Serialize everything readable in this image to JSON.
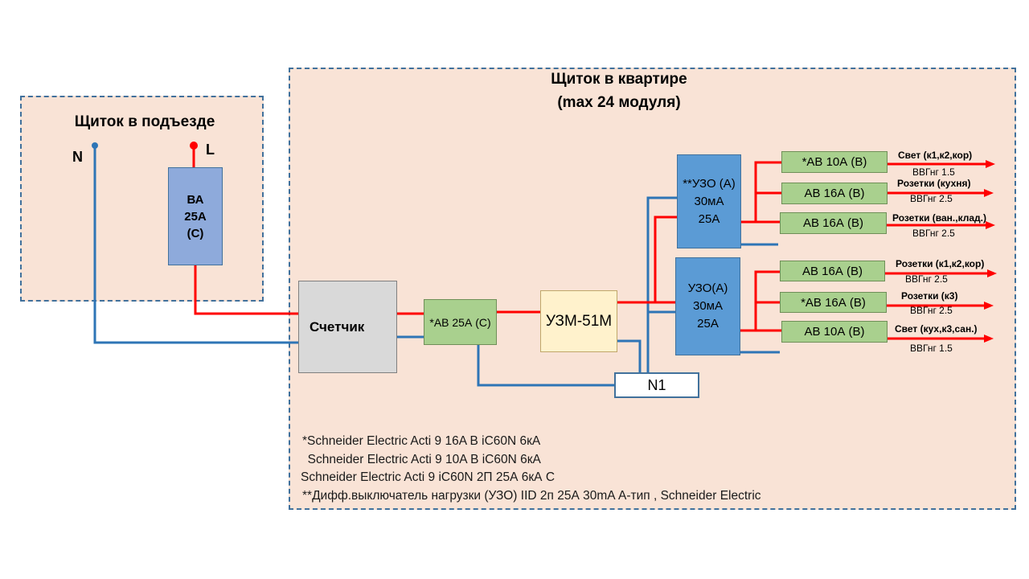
{
  "left_panel": {
    "title": "Щиток в подъезде",
    "n_label": "N",
    "l_label": "L",
    "breaker": [
      "ВА",
      "25А",
      "(С)"
    ]
  },
  "right_panel": {
    "title_line1": "Щиток в квартире",
    "title_line2": "(max 24 модуля)"
  },
  "meter": "Счетчик",
  "main_breaker": "*АВ 25А (С)",
  "uzm": "УЗМ-51М",
  "neutral_bus": "N1",
  "uzo_top": [
    "**УЗО (А)",
    "30мА",
    "25А"
  ],
  "uzo_bottom": [
    "УЗО(А)",
    "30мА",
    "25А"
  ],
  "breakers": [
    {
      "label": "*АВ 10А (В)",
      "circuit": "Свет (к1,к2,кор)",
      "cable": "ВВГнг 1.5"
    },
    {
      "label": "АВ 16А (В)",
      "circuit": "Розетки (кухня)",
      "cable": "ВВГнг 2.5"
    },
    {
      "label": "АВ 16А (В)",
      "circuit": "Розетки (ван.,клад.)",
      "cable": "ВВГнг 2.5"
    },
    {
      "label": "АВ 16А (В)",
      "circuit": "Розетки (к1,к2,кор)",
      "cable": "ВВГнг 2.5"
    },
    {
      "label": "*АВ 16А (В)",
      "circuit": "Розетки (к3)",
      "cable": "ВВГнг 2.5"
    },
    {
      "label": "АВ 10А (В)",
      "circuit": "Свет (кух,к3,сан.)",
      "cable": "ВВГнг 1.5"
    }
  ],
  "notes": [
    "*Schneider Electric Acti 9 16A B iC60N 6кА",
    "  Schneider Electric Acti 9 10A B iC60N 6кА",
    "Schneider Electric Acti 9 iC60N 2П 25А 6кА С",
    "**Дифф.выключатель нагрузки (УЗО) IID 2п 25А 30mA А-тип , Schneider Electric"
  ],
  "colors": {
    "phase": "#ff0000",
    "neutral": "#2e75b6",
    "panel_bg": "#f9e3d6",
    "panel_border": "#41719c",
    "breaker_green": "#a9d08e",
    "uzo_blue": "#5b9bd5",
    "meter_gray": "#d9d9d9",
    "uzm_yellow": "#fff2cc",
    "ba_blue": "#8eaadb"
  }
}
